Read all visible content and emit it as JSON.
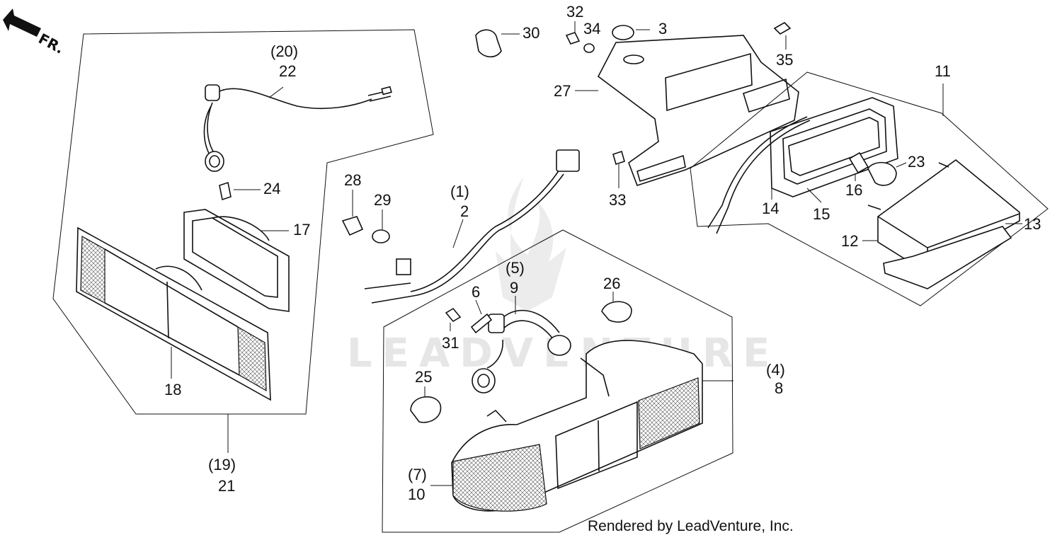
{
  "watermark": {
    "text": "LEADVENTURE"
  },
  "orientation": {
    "label": "FR."
  },
  "credit": "Rendered by LeadVenture, Inc.",
  "callouts": [
    {
      "id": "c1",
      "text": "(20)"
    },
    {
      "id": "c2",
      "text": "22"
    },
    {
      "id": "c3",
      "text": "24"
    },
    {
      "id": "c4",
      "text": "17"
    },
    {
      "id": "c5",
      "text": "18"
    },
    {
      "id": "c6",
      "text": "(19)"
    },
    {
      "id": "c7",
      "text": "21"
    },
    {
      "id": "c8",
      "text": "30"
    },
    {
      "id": "c9",
      "text": "32"
    },
    {
      "id": "c10",
      "text": "34"
    },
    {
      "id": "c11",
      "text": "3"
    },
    {
      "id": "c12",
      "text": "35"
    },
    {
      "id": "c13",
      "text": "27"
    },
    {
      "id": "c14",
      "text": "11"
    },
    {
      "id": "c15",
      "text": "23"
    },
    {
      "id": "c16",
      "text": "16"
    },
    {
      "id": "c17",
      "text": "14"
    },
    {
      "id": "c18",
      "text": "15"
    },
    {
      "id": "c19",
      "text": "13"
    },
    {
      "id": "c20",
      "text": "12"
    },
    {
      "id": "c21",
      "text": "33"
    },
    {
      "id": "c22",
      "text": "28"
    },
    {
      "id": "c23",
      "text": "29"
    },
    {
      "id": "c24",
      "text": "(1)"
    },
    {
      "id": "c25",
      "text": "2"
    },
    {
      "id": "c26",
      "text": "(5)"
    },
    {
      "id": "c27",
      "text": "9"
    },
    {
      "id": "c28",
      "text": "6"
    },
    {
      "id": "c29",
      "text": "26"
    },
    {
      "id": "c30",
      "text": "31"
    },
    {
      "id": "c31",
      "text": "25"
    },
    {
      "id": "c32",
      "text": "(4)"
    },
    {
      "id": "c33",
      "text": "8"
    },
    {
      "id": "c34",
      "text": "(7)"
    },
    {
      "id": "c35",
      "text": "10"
    }
  ]
}
